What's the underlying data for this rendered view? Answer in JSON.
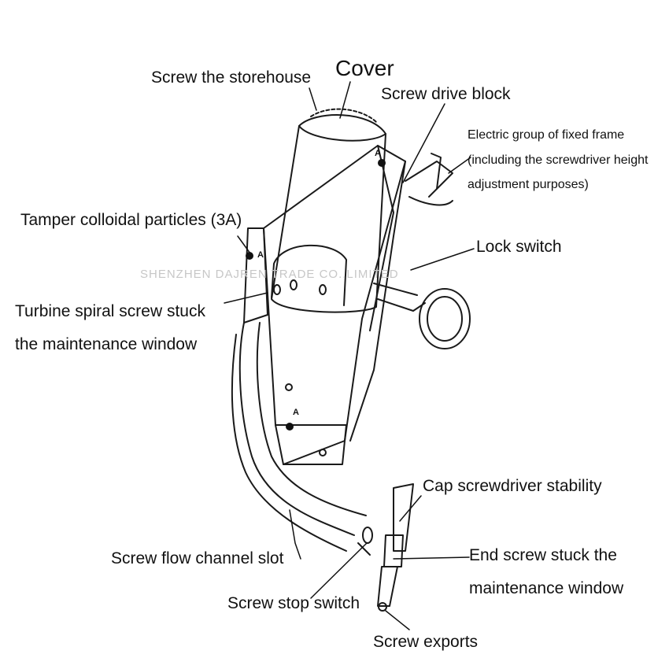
{
  "labels": {
    "storehouse": "Screw the storehouse",
    "cover": "Cover",
    "drive_block": "Screw drive block",
    "electric_1": "Electric group of fixed frame",
    "electric_2": " (including the screwdriver height",
    "electric_3": "adjustment purposes)",
    "tamper": "Tamper colloidal particles (3A)",
    "lock": "Lock switch",
    "turbine_1": "Turbine spiral screw stuck",
    "turbine_2": "the maintenance window",
    "cap": "Cap screwdriver stability",
    "flow": "Screw flow channel slot",
    "end_1": "End screw stuck the",
    "end_2": "maintenance window",
    "stop": "Screw stop switch",
    "exports": "Screw exports"
  },
  "watermark": "SHENZHEN DAJREN TRADE CO.,LIMITED",
  "markers": [
    "A",
    "A",
    "A"
  ],
  "line_color": "#1a1a1a"
}
